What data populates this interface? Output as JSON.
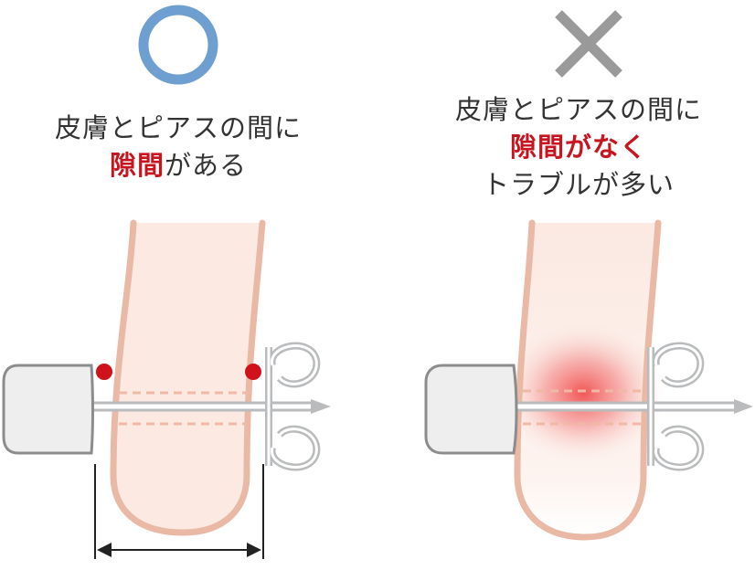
{
  "good": {
    "symbol": "○",
    "symbol_color": "#6e9fd0",
    "caption_line1": "皮膚とピアスの間に",
    "caption_line2_highlight": "隙間",
    "caption_line2_rest": "がある"
  },
  "bad": {
    "symbol": "×",
    "symbol_color": "#999999",
    "caption_line1": "皮膚とピアスの間に",
    "caption_line2_highlight": "隙間がなく",
    "caption_line3": "トラブルが多い"
  },
  "colors": {
    "skin_fill": "#fbe9e2",
    "skin_outline": "#e9b9a6",
    "highlight_text": "#c8141e",
    "gap_marker": "#d0121b",
    "metal": "#b9bbbd",
    "cap_fill": "#eeeeee",
    "cap_outline": "#8c8c8c"
  }
}
